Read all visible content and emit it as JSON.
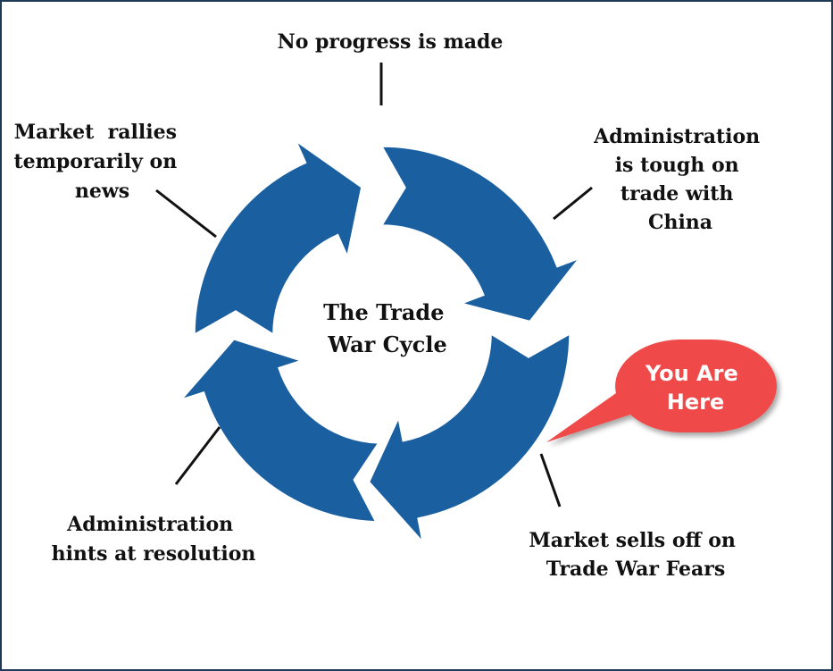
{
  "diagram": {
    "center_title": [
      "The Trade",
      "War Cycle"
    ],
    "stages": {
      "top": [
        "No progress is made"
      ],
      "top_right": [
        "Administration",
        "is tough on",
        "trade with",
        "China"
      ],
      "bottom_right": [
        "Market sells off on",
        "Trade War Fears"
      ],
      "bottom_left": [
        "Administration",
        "hints at resolution"
      ],
      "top_left": [
        "Market  rallies",
        "temporarily on",
        "news"
      ]
    },
    "callout": [
      "You Are",
      "Here"
    ]
  },
  "colors": {
    "ring": "#1a5fa0",
    "callout": "#ef4a4a",
    "text": "#111111",
    "frame": "#1f3a57"
  }
}
